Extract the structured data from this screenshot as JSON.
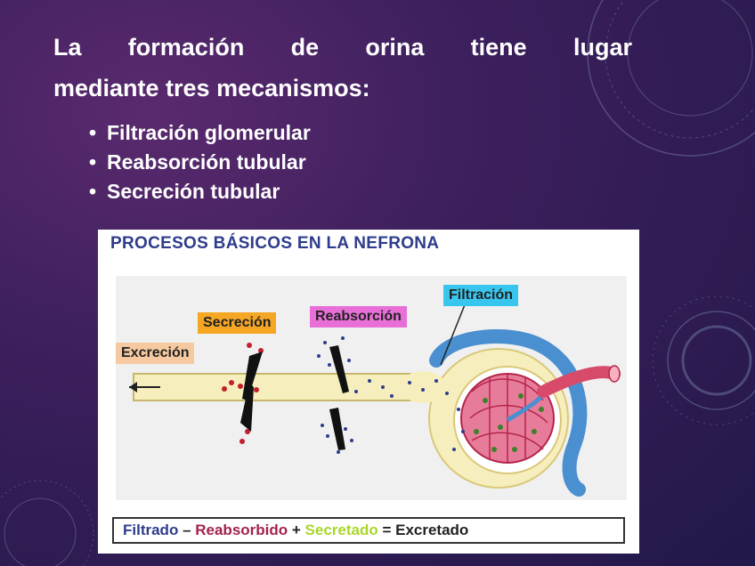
{
  "slide": {
    "title_line1": "La formación de orina tiene lugar",
    "title_line2": "mediante tres mecanismos:",
    "bullets": [
      "Filtración glomerular",
      "Reabsorción tubular",
      "Secreción tubular"
    ],
    "bullet_symbol": "•"
  },
  "figure": {
    "title": "PROCESOS BÁSICOS EN LA NEFRONA",
    "labels": {
      "filtracion": "Filtración",
      "secrecion": "Secreción",
      "reabsorcion": "Reabsorción",
      "excrecion": "Excreción"
    },
    "equation": {
      "filtrado": "Filtrado",
      "minus": " – ",
      "reabsorbido": "Reabsorbido",
      "plus": " + ",
      "secretado": "Secretado",
      "equals": " = ",
      "excretado": "Excretado"
    }
  },
  "colors": {
    "label_filtracion_bg": "#38c6ee",
    "label_secrecion_bg": "#f5a623",
    "label_reabsorcion_bg": "#e86fd8",
    "label_excrecion_bg": "#f6c9a0",
    "filtrado": "#2e3c8c",
    "reabsorbido": "#a3224f",
    "secretado": "#a8d62a",
    "excretado": "#222222"
  }
}
